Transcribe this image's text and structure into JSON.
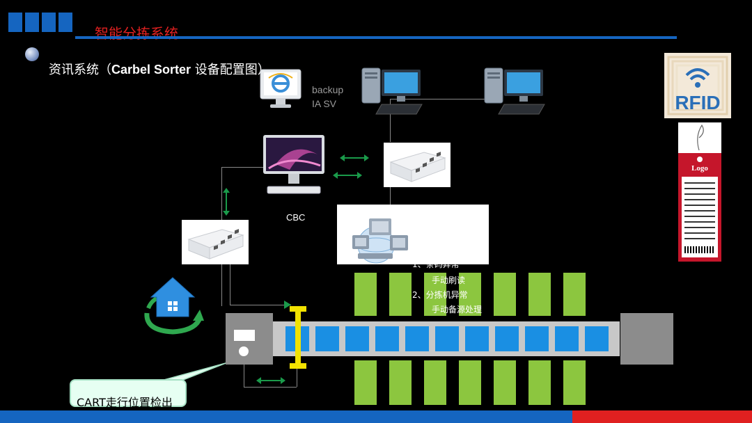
{
  "header": {
    "title": "智能分拣系统",
    "subtitle_prefix": "资讯系统（",
    "subtitle_en": "Carbel Sorter",
    "subtitle_suffix": " 设备配置图）"
  },
  "labels": {
    "backup_line1": "backup",
    "backup_line2": "IA SV",
    "cbc": "CBC"
  },
  "notes": {
    "line1": "1、条码异常",
    "line2": "手动刷读",
    "line3": "2、分拣机异常",
    "line4": "手动备源处理"
  },
  "callout": {
    "text": "CART走行位置检出"
  },
  "rfid": {
    "logo_text": "RFID",
    "tag_logo": "Logo"
  },
  "colors": {
    "accent_blue": "#1565c0",
    "accent_red": "#e02020",
    "bin_green": "#8cc63f",
    "cart_blue": "#1a8fe3",
    "arrow_green": "#1a9a4a"
  },
  "icons": {
    "ie": "ie-browser-icon",
    "desktop": "desktop-computer-icon",
    "switch": "network-switch-icon",
    "monitor": "imac-monitor-icon",
    "server": "server-cluster-icon",
    "home": "home-icon",
    "refresh": "refresh-arrows-icon"
  }
}
